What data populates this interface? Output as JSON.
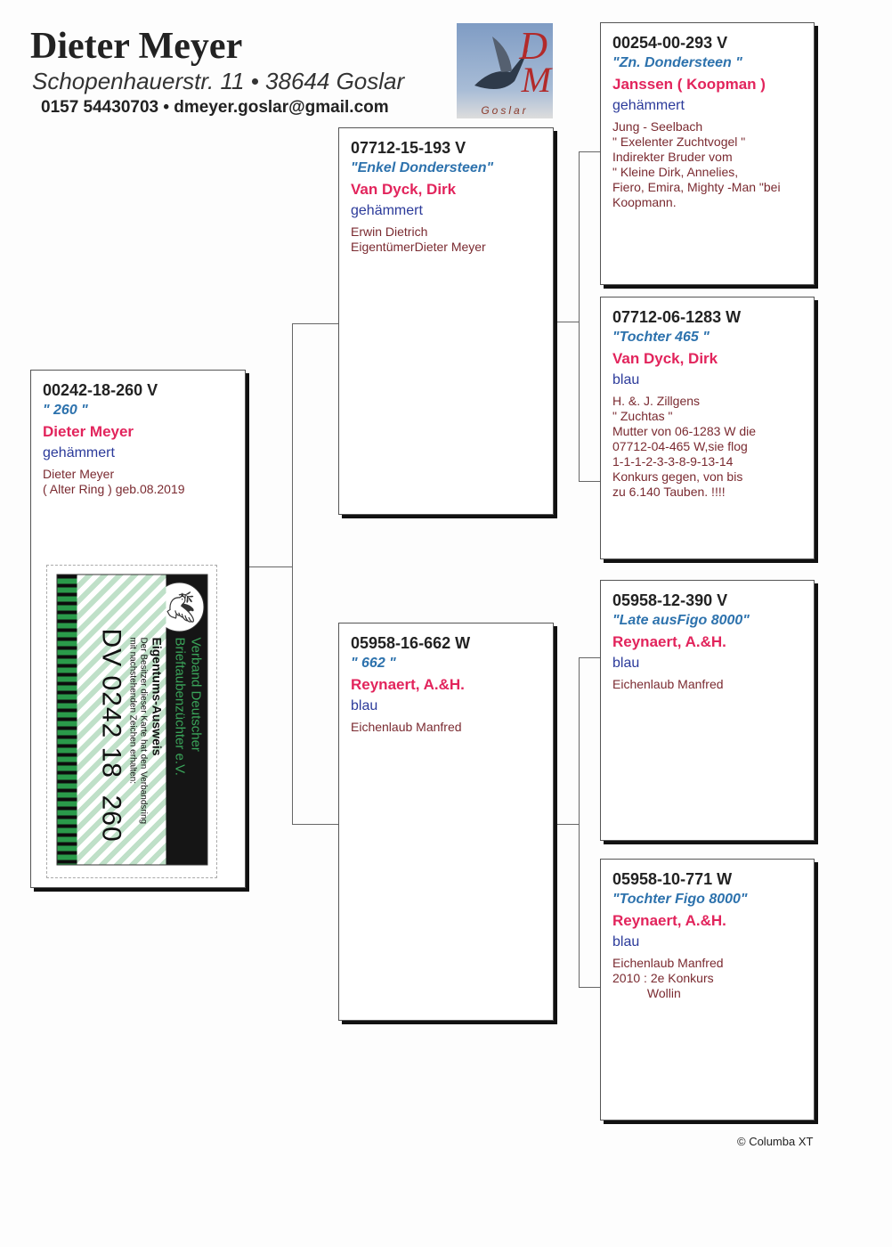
{
  "header": {
    "name": "Dieter Meyer",
    "address": "Schopenhauerstr. 11 • 38644 Goslar",
    "contact": "0157 54430703 • dmeyer.goslar@gmail.com",
    "logo": {
      "letters_d": "D",
      "letters_m": "M",
      "city": "Goslar"
    }
  },
  "subject": {
    "ring": "00242-18-260 V",
    "name": "\" 260 \"",
    "breeder": "Dieter Meyer",
    "color": "gehämmert",
    "notes": "Dieter Meyer\n( Alter Ring ) geb.08.2019",
    "card": {
      "org": "Verband Deutscher\nBrieftaubenzüchter e.V.",
      "title": "Eigentums-Ausweis",
      "text": "Der Besitzer dieser Karte hat den Verbandsring\nmit nachstehenden Zeichen erhalten:",
      "number": "DV 0242 18  260"
    }
  },
  "sire": {
    "ring": "07712-15-193 V",
    "name": "\"Enkel Dondersteen\"",
    "breeder": "Van Dyck, Dirk",
    "color": "gehämmert",
    "notes": "Erwin Dietrich\nEigentümerDieter Meyer"
  },
  "dam": {
    "ring": "05958-16-662 W",
    "name": "\" 662 \"",
    "breeder": "Reynaert, A.&H.",
    "color": "blau",
    "notes": "Eichenlaub Manfred"
  },
  "ss": {
    "ring": "00254-00-293 V",
    "name": "\"Zn. Dondersteen \"",
    "breeder": "Janssen ( Koopman )",
    "color": "gehämmert",
    "notes": "Jung - Seelbach\n\" Exelenter Zuchtvogel \"\nIndirekter Bruder vom\n\" Kleine Dirk, Annelies,\nFiero, Emira, Mighty -Man \"bei\nKoopmann."
  },
  "sd": {
    "ring": "07712-06-1283 W",
    "name": "\"Tochter  465 \"",
    "breeder": "Van Dyck, Dirk",
    "color": "blau",
    "notes": "H. &. J. Zillgens\n\" Zuchtas \"\nMutter von 06-1283 W die\n07712-04-465 W,sie flog\n1-1-1-2-3-3-8-9-13-14\nKonkurs gegen, von bis\nzu 6.140 Tauben. !!!!"
  },
  "ds": {
    "ring": "05958-12-390 V",
    "name": "\"Late ausFigo 8000\"",
    "breeder": "Reynaert, A.&H.",
    "color": "blau",
    "notes": "Eichenlaub Manfred"
  },
  "dd": {
    "ring": "05958-10-771 W",
    "name": "\"Tochter Figo 8000\"",
    "breeder": "Reynaert, A.&H.",
    "color": "blau",
    "notes": "Eichenlaub Manfred\n2010 : 2e Konkurs\n          Wollin"
  },
  "footer": {
    "copyright": "© Columba XT"
  }
}
